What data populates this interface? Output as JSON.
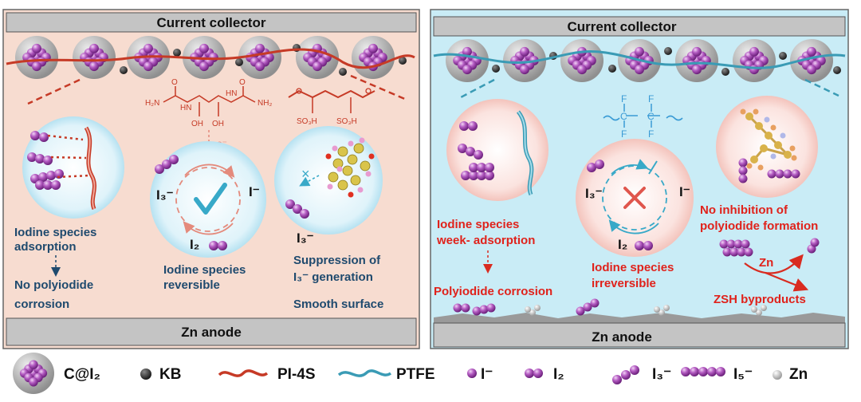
{
  "panels": {
    "left": {
      "top_bar": "Current  collector",
      "bottom_bar": "Zn anode",
      "pi4s_formula": {
        "nh2_left": "H₂N",
        "nh_left": "HN",
        "nh_right": "HN",
        "nh2_right": "NH₂",
        "o": "O",
        "oh1": "OH",
        "oh2": "OH",
        "electron": "e⁻"
      },
      "sulfonate_formula": {
        "so3h_1": "SO₃H",
        "so3h_2": "SO₃H"
      },
      "circle1_caption_1": "Iodine species",
      "circle1_caption_2": "adsorption",
      "circle1_result_1": "No polyiodide",
      "circle1_result_2": "corrosion",
      "cycle": {
        "left": "I₃⁻",
        "right": "I⁻",
        "bottom": "I₂"
      },
      "circle2_caption_1": "Iodine species",
      "circle2_caption_2": "reversible",
      "circle3_label": "I₃⁻",
      "circle3_caption_1": "Suppression of",
      "circle3_caption_2": "I₃⁻ generation",
      "circle3_caption_3": "Smooth surface"
    },
    "right": {
      "top_bar": "Current  collector",
      "bottom_bar": "Zn anode",
      "ptfe_formula": {
        "c1": "C",
        "c2": "C",
        "f1": "F",
        "f2": "F",
        "f3": "F",
        "f4": "F"
      },
      "circle1_caption_1": "Iodine species",
      "circle1_caption_2": "week- adsorption",
      "circle1_result": "Polyiodide corrosion",
      "cycle": {
        "left": "I₃⁻",
        "right": "I⁻",
        "bottom": "I₂"
      },
      "circle2_caption_1": "Iodine species",
      "circle2_caption_2": "irreversible",
      "circle3_caption_1": "No inhibition of",
      "circle3_caption_2": "polyiodide formation",
      "zn_label": "Zn",
      "byproduct_label": "ZSH  byproducts"
    }
  },
  "legend": {
    "c_i2": "C@I₂",
    "kb": "KB",
    "pi4s": "PI-4S",
    "ptfe": "PTFE",
    "i_minus": "I⁻",
    "i2": "I₂",
    "i3": "I₃⁻",
    "i5": "I₅⁻",
    "zn": "Zn"
  },
  "colors": {
    "left_bg": "#f7dcd0",
    "right_bg": "#c9ecf6",
    "bar": "#c4c4c4",
    "iodine": "#9c3fa8",
    "pi4s_red": "#c63a26",
    "ptfe_teal": "#3a9bb5",
    "caption_blue": "#1f4a6e",
    "caption_red": "#e0221b",
    "check_teal": "#38a9c8",
    "cross_red": "#e0564d"
  }
}
